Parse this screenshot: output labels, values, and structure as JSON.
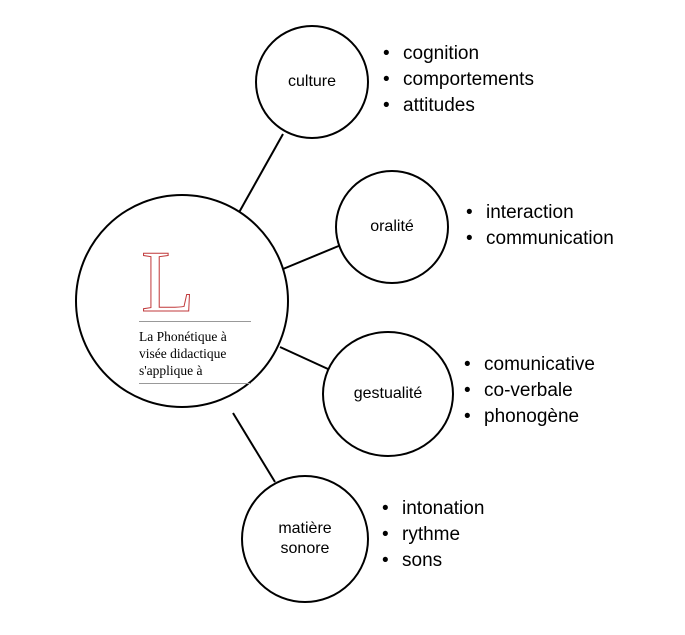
{
  "center": {
    "logo_letter": "L",
    "text": "La Phonétique à\nvisée didactique\ns'applique à",
    "logo_color": "#c0393b"
  },
  "nodes": [
    {
      "label": "culture",
      "items": [
        "cognition",
        "comportements",
        "attitudes"
      ]
    },
    {
      "label": "oralité",
      "items": [
        "interaction",
        "communication"
      ]
    },
    {
      "label": "gestualité",
      "items": [
        "comunicative",
        "co-verbale",
        "phonogène"
      ]
    },
    {
      "label": "matière\nsonore",
      "items": [
        "intonation",
        "rythme",
        "sons"
      ]
    }
  ]
}
